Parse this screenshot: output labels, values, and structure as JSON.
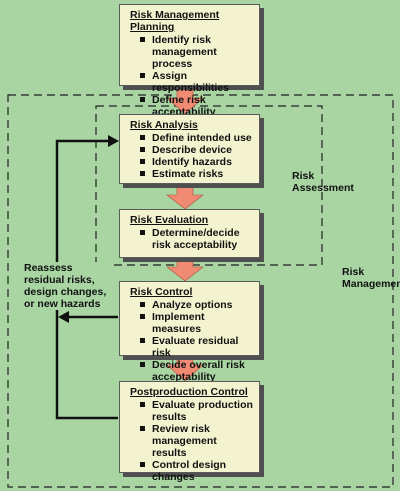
{
  "boxes": {
    "planning": {
      "title": "Risk Management Planning",
      "items": [
        "Identify risk management process",
        "Assign responsibilities",
        "Define risk acceptability criteria"
      ]
    },
    "analysis": {
      "title": "Risk Analysis",
      "items": [
        "Define intended use",
        "Describe device",
        "Identify hazards",
        "Estimate risks"
      ]
    },
    "evaluation": {
      "title": "Risk Evaluation",
      "items": [
        "Determine/decide risk acceptability"
      ]
    },
    "control": {
      "title": "Risk Control",
      "items": [
        "Analyze options",
        "Implement measures",
        "Evaluate residual risk",
        "Decide overall risk acceptability"
      ]
    },
    "postproduction": {
      "title": "Postproduction Control",
      "items": [
        "Evaluate production results",
        "Review risk management results",
        "Control design changes"
      ]
    }
  },
  "labels": {
    "assessment": "Risk Assessment",
    "management": "Risk Management",
    "reassess": "Reassess residual risks, design changes, or new hazards"
  },
  "colors": {
    "background": "#a8d5a2",
    "box_fill": "#f4f3d0",
    "arrow_fill": "#f08a72",
    "line": "#111111"
  }
}
